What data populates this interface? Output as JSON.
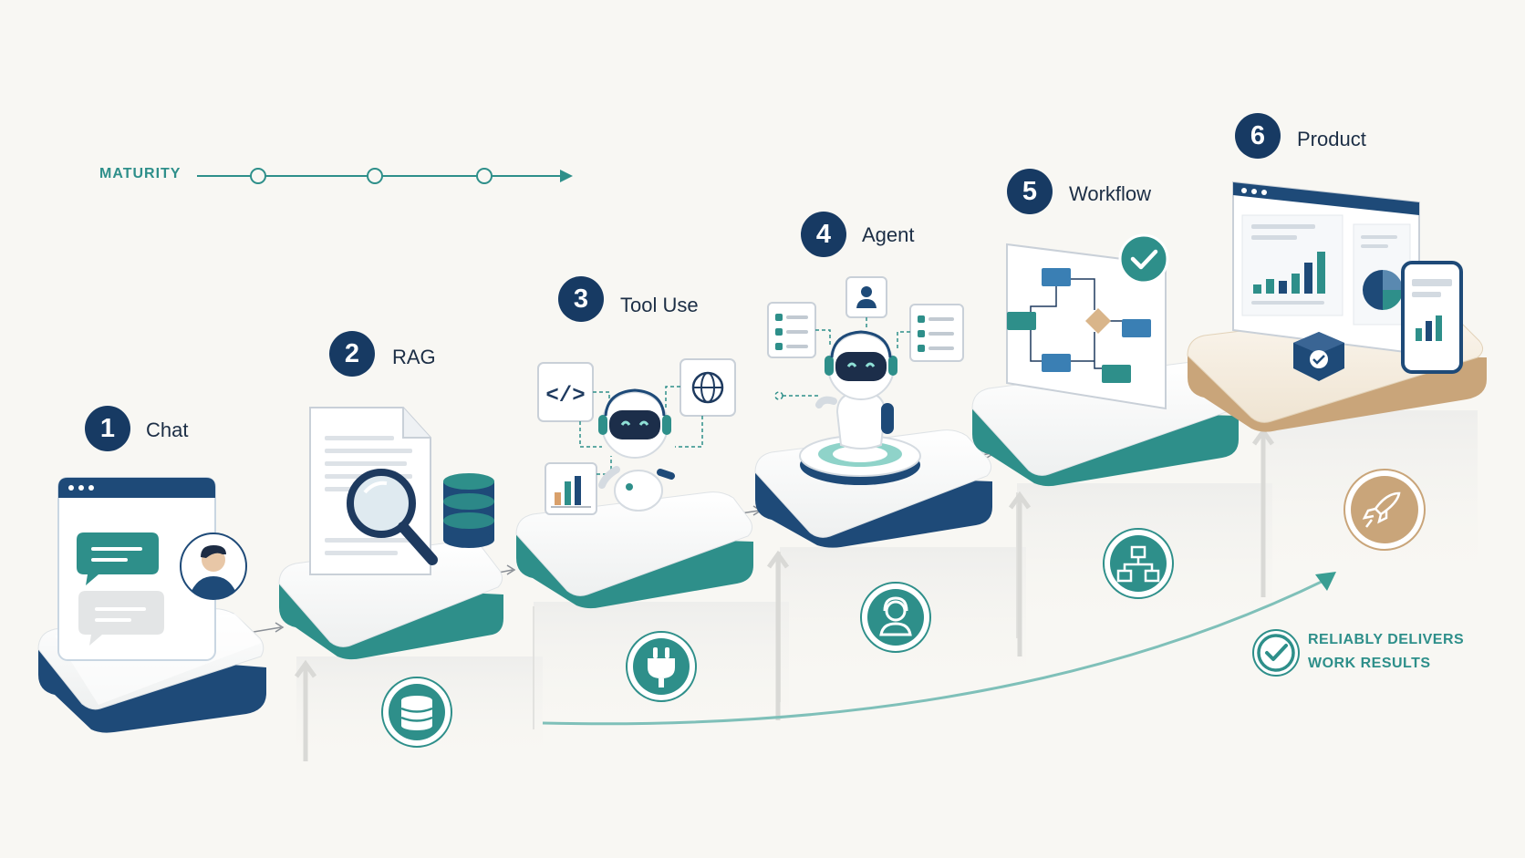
{
  "header": {
    "maturity_label": "MATURITY"
  },
  "steps": [
    {
      "number": "1",
      "label": "Chat"
    },
    {
      "number": "2",
      "label": "RAG"
    },
    {
      "number": "3",
      "label": "Tool Use"
    },
    {
      "number": "4",
      "label": "Agent"
    },
    {
      "number": "5",
      "label": "Workflow"
    },
    {
      "number": "6",
      "label": "Product"
    }
  ],
  "outcome": {
    "line1": "RELIABLY DELIVERS",
    "line2": "WORK RESULTS"
  },
  "colors": {
    "navy": "#173a63",
    "teal": "#2e8f8a",
    "gold": "#c9a57a",
    "background": "#f8f7f3"
  },
  "icons": {
    "step1": [
      "browser-window-icon",
      "chat-bubble-icon",
      "user-avatar-icon"
    ],
    "step2": [
      "document-icon",
      "magnifier-icon",
      "database-icon"
    ],
    "step3": [
      "code-icon",
      "globe-icon",
      "bar-chart-icon",
      "robot-icon",
      "plug-icon"
    ],
    "step4": [
      "checklist-icon",
      "user-card-icon",
      "robot-icon",
      "support-agent-icon"
    ],
    "step5": [
      "flowchart-icon",
      "checkmark-badge-icon",
      "hierarchy-icon"
    ],
    "step6": [
      "dashboard-icon",
      "phone-icon",
      "cube-check-icon",
      "rocket-icon"
    ],
    "outcome": [
      "check-circle-icon"
    ]
  }
}
